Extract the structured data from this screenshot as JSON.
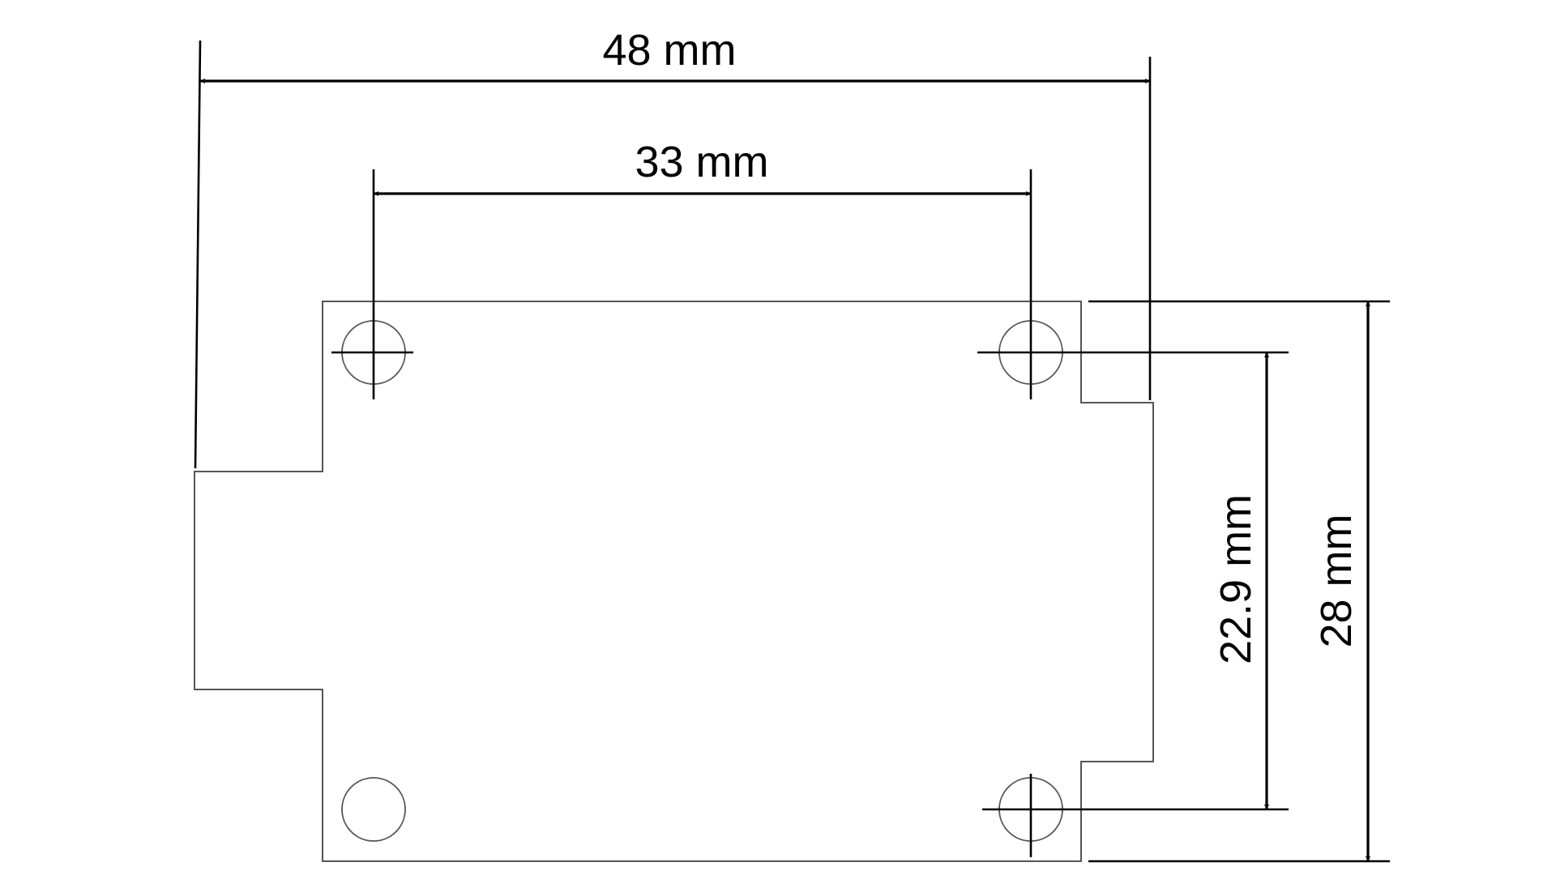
{
  "diagram": {
    "dimensions": {
      "overall_width": "48 mm",
      "hole_spacing_horizontal": "33 mm",
      "hole_spacing_vertical": "22.9 mm",
      "overall_height": "28 mm"
    },
    "mounting_holes": 4,
    "colors": {
      "outline": "#555555",
      "dimension_lines": "#000000",
      "background": "#ffffff"
    }
  }
}
